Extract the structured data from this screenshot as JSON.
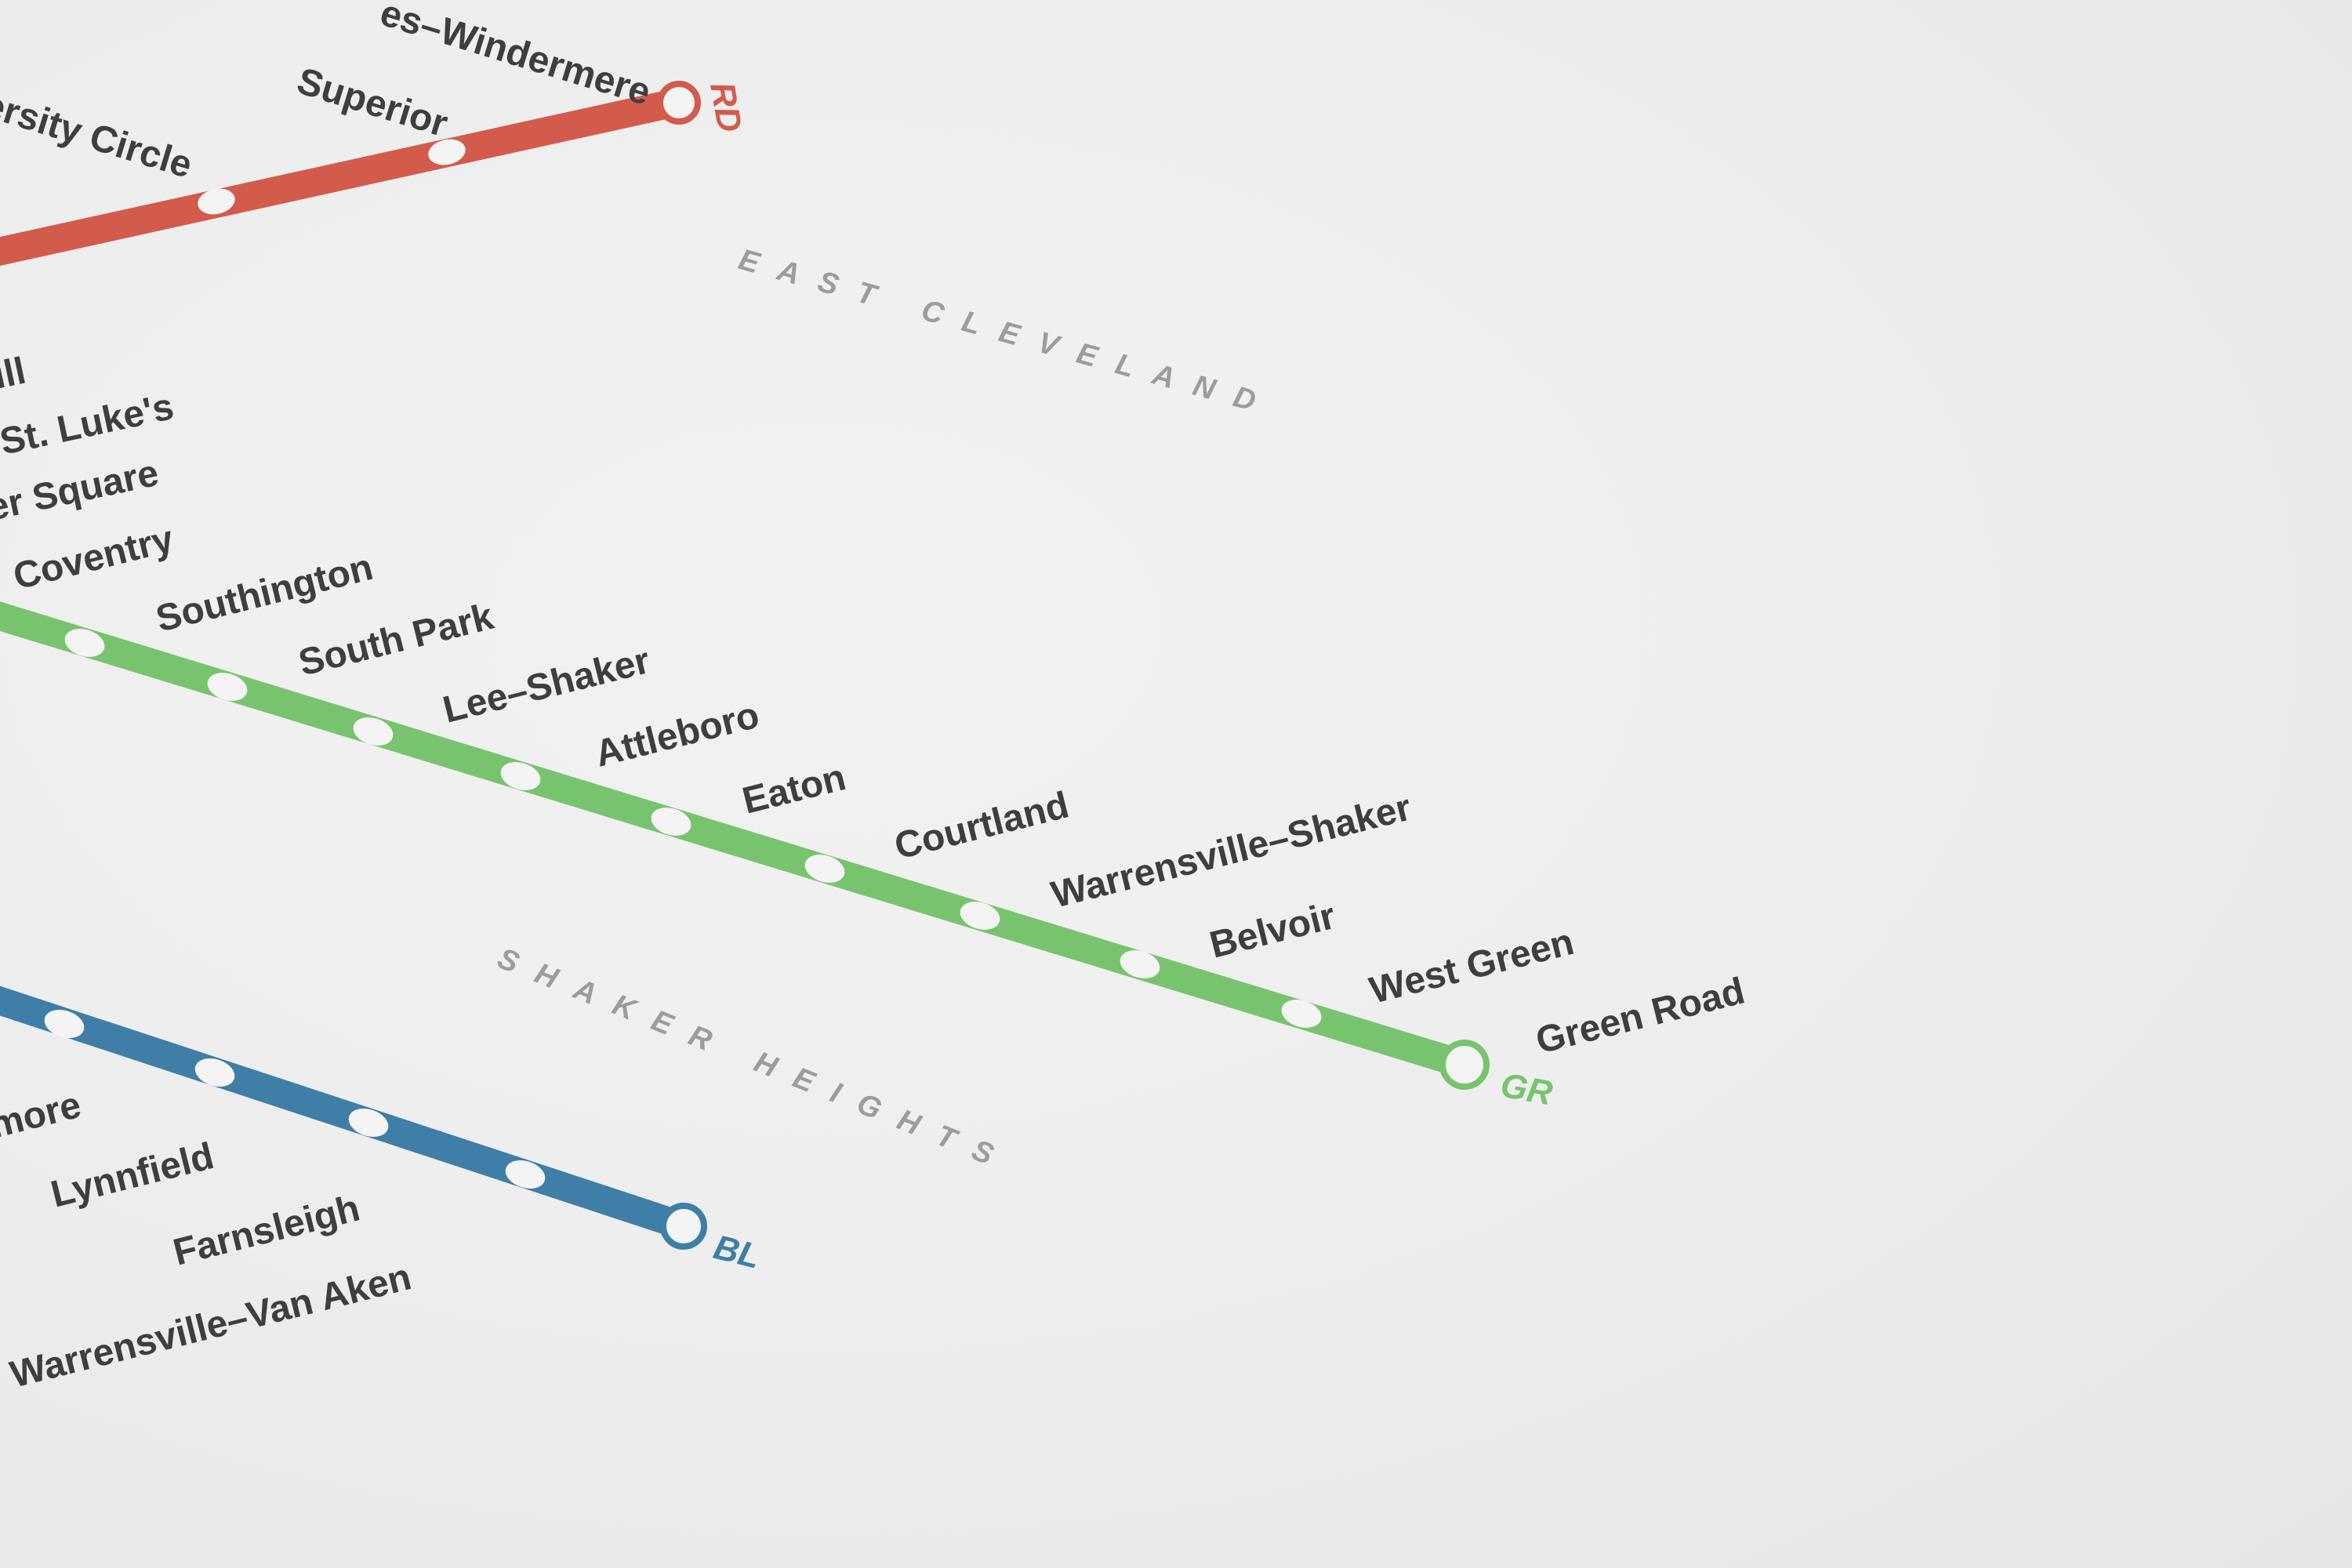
{
  "map": {
    "areas": [
      {
        "id": "east-cleveland",
        "label": "EAST CLEVELAND"
      },
      {
        "id": "shaker-heights",
        "label": "SHAKER HEIGHTS"
      }
    ],
    "lines": [
      {
        "id": "red",
        "code": "RD",
        "color": "#d35b4b",
        "stations": [
          "ersity Circle",
          "Superior",
          "es–Windermere"
        ]
      },
      {
        "id": "green",
        "code": "GR",
        "color": "#78c46e",
        "stations": [
          "Coventry",
          "Southington",
          "South Park",
          "Lee–Shaker",
          "Attleboro",
          "Eaton",
          "Courtland",
          "Warrensville–Shaker",
          "Belvoir",
          "West Green",
          "Green Road"
        ]
      },
      {
        "id": "blue",
        "code": "BL",
        "color": "#3f7ea6",
        "stations": [
          "more",
          "Lynnfield",
          "Farnsleigh",
          "Warrensville–Van Aken"
        ]
      }
    ],
    "partial_labels": [
      "ill",
      "St. Luke's",
      "er Square"
    ]
  }
}
